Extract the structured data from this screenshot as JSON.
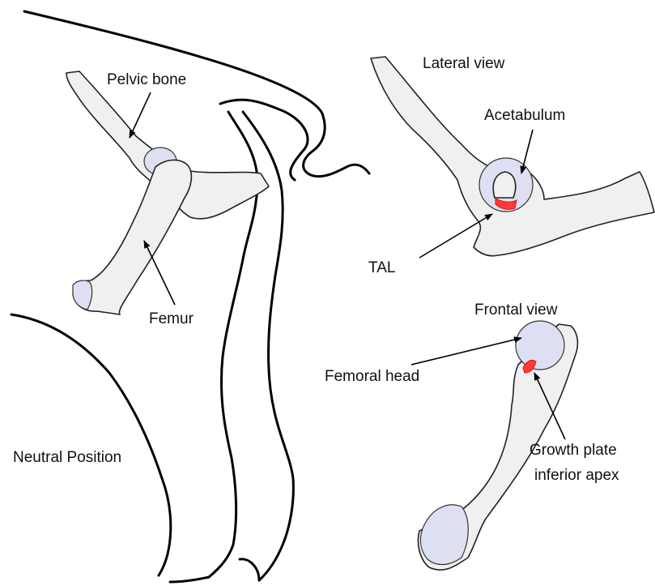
{
  "labels": {
    "pelvic_bone": "Pelvic bone",
    "femur": "Femur",
    "neutral_position": "Neutral Position",
    "lateral_view": "Lateral view",
    "acetabulum": "Acetabulum",
    "tal": "TAL",
    "frontal_view": "Frontal view",
    "femoral_head": "Femoral head",
    "growth_plate_line1": "Growth plate",
    "growth_plate_line2": "inferior apex"
  },
  "colors": {
    "bone_fill": "#f0f0f0",
    "cartilage_fill": "#dde0f2",
    "highlight_red": "#ff3b3b",
    "outline": "#000000"
  }
}
